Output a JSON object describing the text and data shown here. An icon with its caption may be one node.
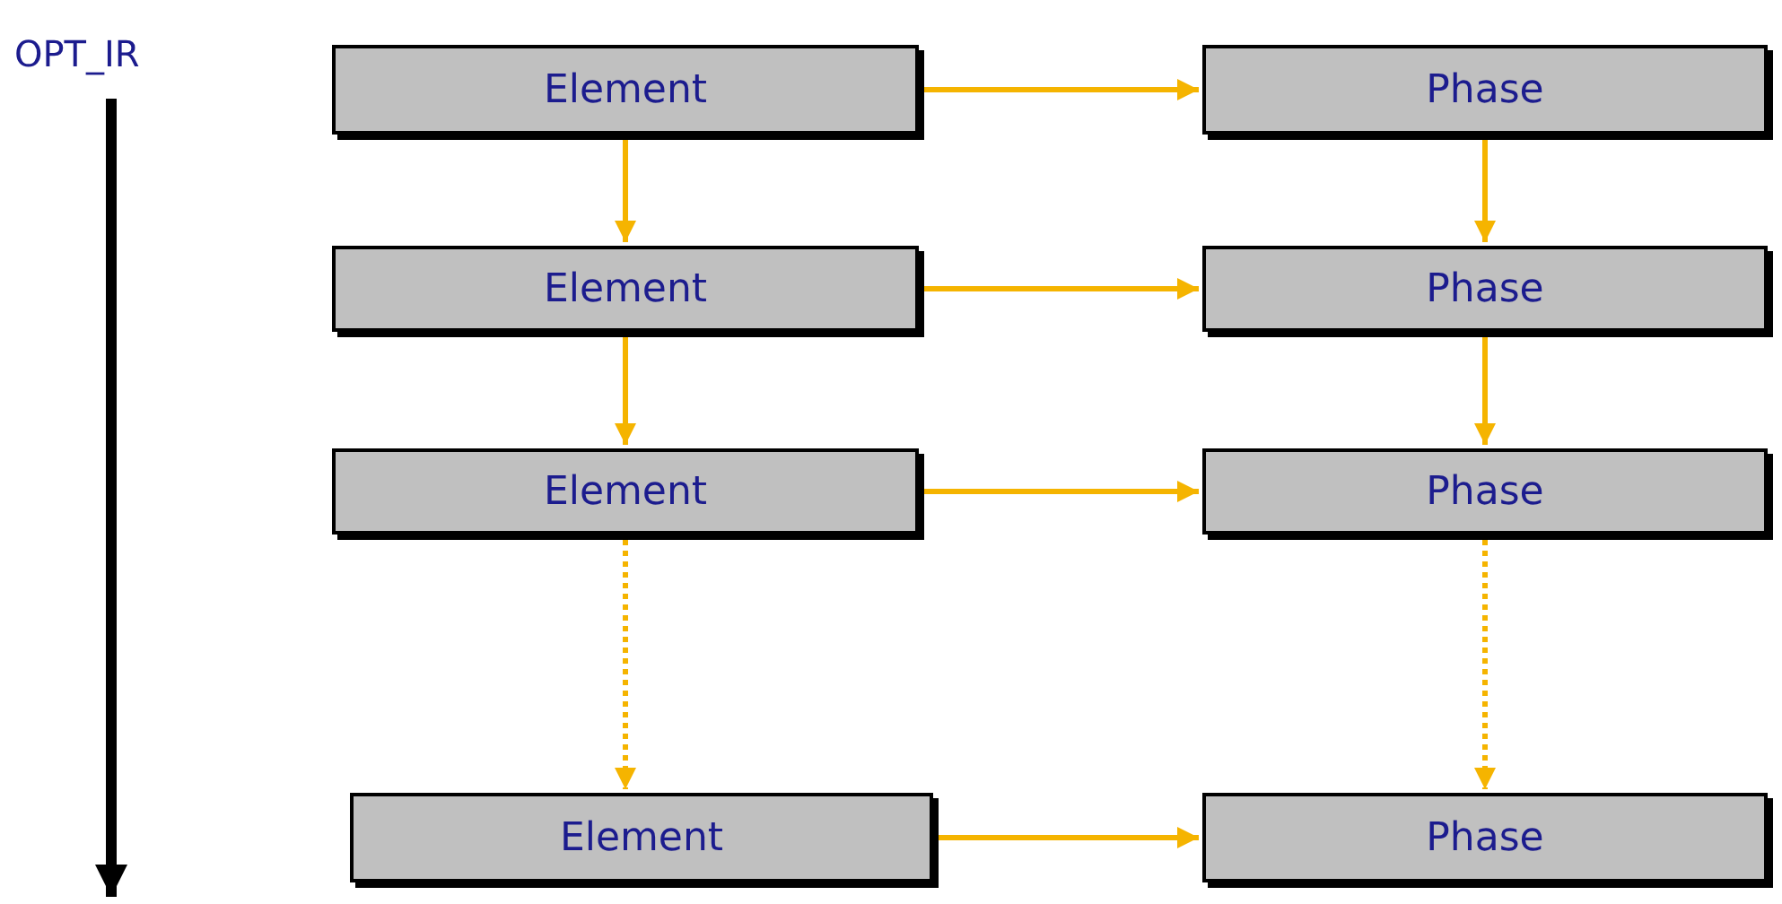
{
  "diagram": {
    "nodes": [
      {
        "text": [
          "Element"
        ]
      },
      {
        "text": [
          "Phase"
        ]
      },
      {
        "text": [
          "Element"
        ]
      },
      {
        "text": [
          "Phase"
        ]
      },
      {
        "text": [
          "Element"
        ]
      },
      {
        "text": [
          "Phase"
        ]
      },
      {
        "text": [
          "Element"
        ]
      },
      {
        "text": [
          "Phase"
        ]
      }
    ],
    "edges": [
      {
        "from": 0,
        "to": 1,
        "arrow": "to"
      },
      {
        "from": 0,
        "to": 2,
        "arrow": "to"
      },
      {
        "from": 1,
        "to": 3,
        "arrow": "to"
      },
      {
        "from": 2,
        "to": 3,
        "arrow": "to"
      },
      {
        "from": 2,
        "to": 4,
        "arrow": "to"
      },
      {
        "from": 3,
        "to": 5,
        "arrow": "to"
      },
      {
        "from": 4,
        "to": 5,
        "arrow": "to"
      },
      {
        "from": 4,
        "to": 6,
        "arrow": "to",
        "style": "dashed"
      },
      {
        "from": 5,
        "to": 7,
        "arrow": "to",
        "style": "dashed"
      },
      {
        "from": 6,
        "to": 7,
        "arrow": "to"
      }
    ],
    "labels": [
      "OPT_IR"
    ]
  }
}
